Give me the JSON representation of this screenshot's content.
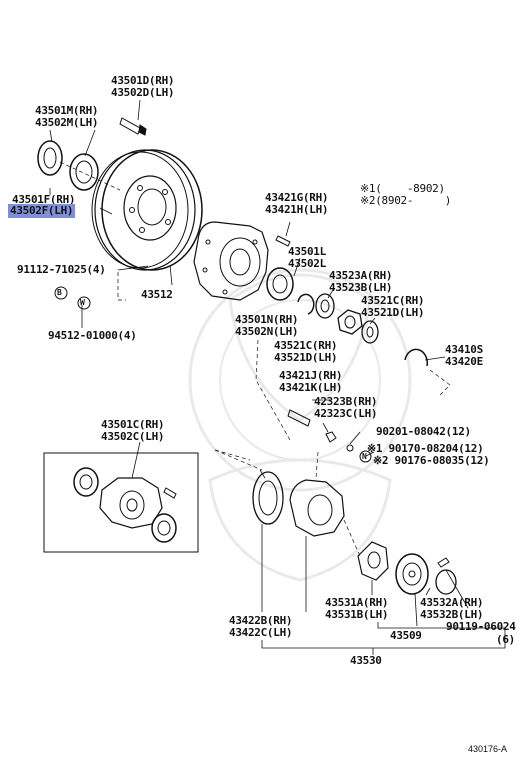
{
  "labels": {
    "p43501D": "43501D(RH)",
    "p43502D": "43502D(LH)",
    "p43501M": "43501M(RH)",
    "p43502M": "43502M(LH)",
    "p43501F": "43501F(RH)",
    "p43502F": "43502F(LH)",
    "p91112": "91112-71025(4)",
    "p43512": "43512",
    "sym_b": "B",
    "sym_w": "W",
    "p94512": "94512-01000(4)",
    "p43421G": "43421G(RH)",
    "p43421H": "43421H(LH)",
    "note1": "※1(    -8902)",
    "note2": "※2(8902-     )",
    "p43501L": "43501L",
    "p43502L": "43502L",
    "p43523A": "43523A(RH)",
    "p43523B": "43523B(LH)",
    "p43521C_a": "43521C(RH)",
    "p43521D_a": "43521D(LH)",
    "p43501N": "43501N(RH)",
    "p43502N": "43502N(LH)",
    "p43521C_b": "43521C(RH)",
    "p43521D_b": "43521D(LH)",
    "p43410S": "43410S",
    "p43420E": "43420E",
    "p43421J": "43421J(RH)",
    "p43421K": "43421K(LH)",
    "p42323B": "42323B(RH)",
    "p42323C": "42323C(LH)",
    "p90201": "90201-08042(12)",
    "p90170": "※1 90170-08204(12)",
    "p90176": "※2 90176-08035(12)",
    "sym_n": "N",
    "p43501C": "43501C(RH)",
    "p43502C": "43502C(LH)",
    "p43422B": "43422B(RH)",
    "p43422C": "43422C(LH)",
    "p43531A": "43531A(RH)",
    "p43531B": "43531B(LH)",
    "p43532A": "43532A(RH)",
    "p43532B": "43532B(LH)",
    "p43509": "43509",
    "p90119": "90119-06024",
    "qty6": "(6)",
    "p43530": "43530",
    "figure_id": "430176-A"
  }
}
